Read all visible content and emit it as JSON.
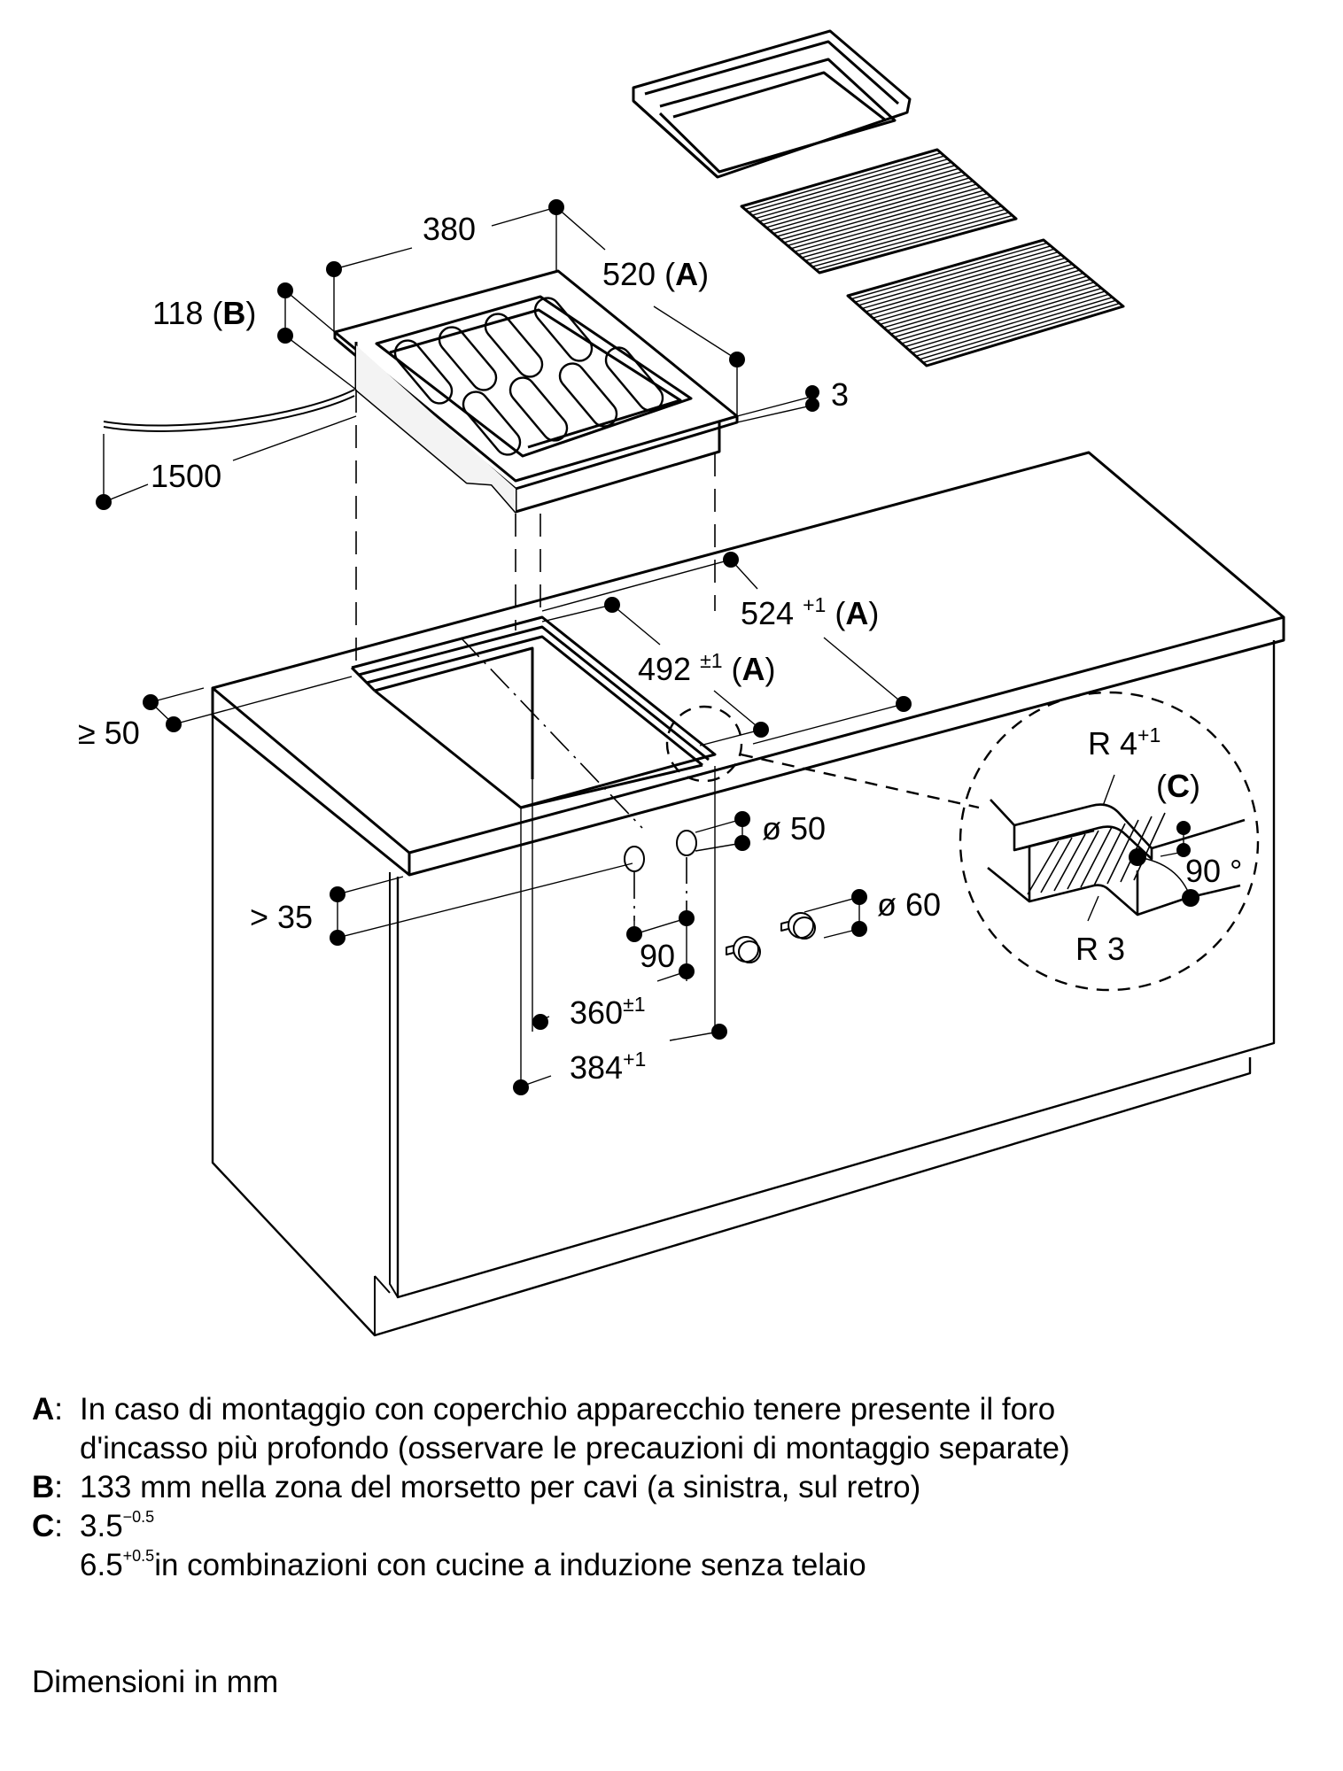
{
  "diagram": {
    "title": "Installation dimensions – built-in hob with worktop cut-out",
    "components": {
      "appliance": "hob-with-heating-elements",
      "accessories": [
        "griddle-tray",
        "grill-plate",
        "grill-plate"
      ],
      "worktop": "worktop-with-cutout",
      "cabinet": "base-cabinet-with-knobs"
    },
    "dimensions": {
      "appliance_width": {
        "value": "380"
      },
      "appliance_depth": {
        "value": "520",
        "ref": "A"
      },
      "appliance_height": {
        "value": "118",
        "ref": "B"
      },
      "frame_overhang": {
        "value": "3"
      },
      "cable_length": {
        "value": "1500"
      },
      "cutout_outer_depth": {
        "value": "524",
        "tol": "+1",
        "ref": "A"
      },
      "cutout_inner_depth": {
        "value": "492",
        "tol": "±1",
        "ref": "A"
      },
      "front_distance": {
        "value": "≥ 50"
      },
      "below_worktop": {
        "value": "> 35"
      },
      "hole_diameter": {
        "value": "ø 50"
      },
      "knob_diameter": {
        "value": "ø 60"
      },
      "hole_spacing": {
        "value": "90"
      },
      "cutout_inner_width": {
        "value": "360",
        "tol": "±1"
      },
      "cutout_outer_width": {
        "value": "384",
        "tol": "+1"
      }
    },
    "detail": {
      "radius_top": {
        "value": "R 4",
        "tol": "+1"
      },
      "radius_bottom": {
        "value": "R 3"
      },
      "step_ref": "C",
      "angle": "90 °"
    }
  },
  "notes": [
    {
      "key": "A",
      "lines": [
        "In caso di montaggio con coperchio apparecchio tenere presente il foro",
        "d'incasso più profondo (osservare le precauzioni di montaggio separate)"
      ]
    },
    {
      "key": "B",
      "lines": [
        "133 mm nella zona del morsetto per cavi (a sinistra, sul retro)"
      ]
    },
    {
      "key": "C",
      "value1": "3.5",
      "tol1": "−0.5",
      "value2": "6.5",
      "tol2": "+0.5",
      "text2": "in combinazioni con cucine a induzione senza telaio"
    }
  ],
  "units": "Dimensioni in mm"
}
